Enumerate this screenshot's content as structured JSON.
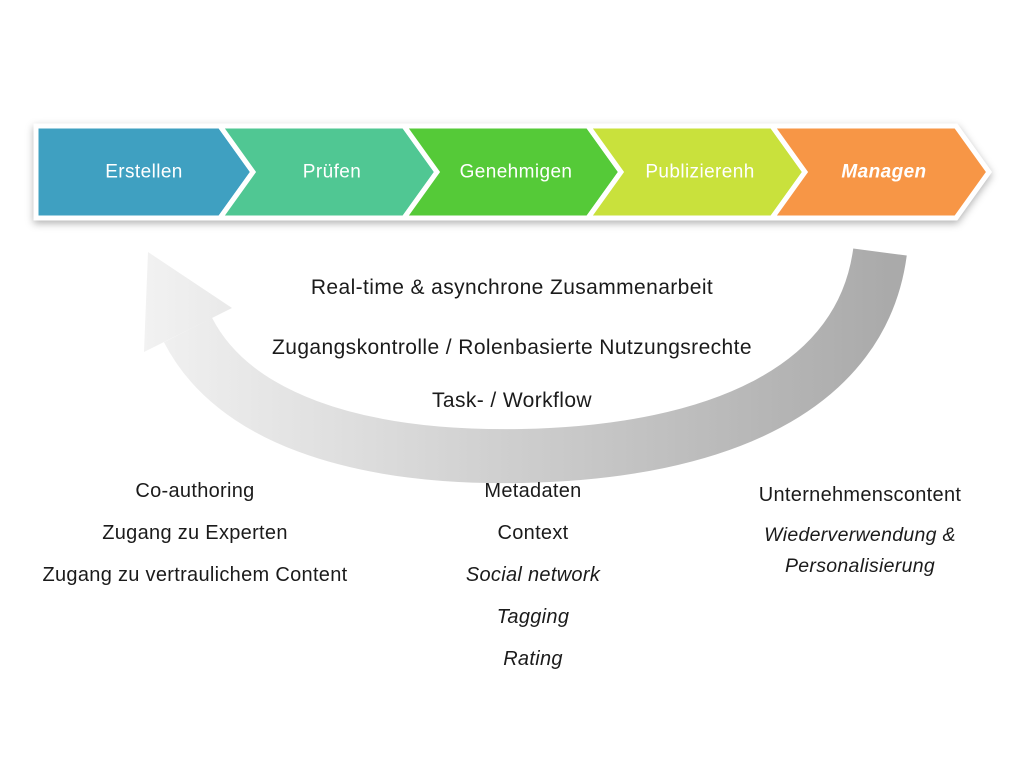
{
  "process": {
    "steps": [
      {
        "label": "Erstellen",
        "color": "#3FA0C1"
      },
      {
        "label": "Prüfen",
        "color": "#50C793"
      },
      {
        "label": "Genehmigen",
        "color": "#55CA38"
      },
      {
        "label": "Publizierenh",
        "color": "#C9E13C"
      },
      {
        "label": "Managen",
        "color": "#F79646"
      }
    ]
  },
  "notes": {
    "items": [
      "Real-time & asynchrone Zusammenarbeit",
      "Zugangskontrolle / Rolenbasierte Nutzungsrechte",
      "Task- / Workflow"
    ]
  },
  "columns": {
    "left": {
      "items": [
        "Co-authoring",
        "Zugang zu Experten",
        "Zugang zu vertraulichem Content"
      ]
    },
    "middle": {
      "items": [
        "Metadaten",
        "Context",
        "Social network",
        "Tagging",
        "Rating"
      ]
    },
    "right": {
      "title": "Unternehmenscontent",
      "subtitle": "Wiederverwendung & Personalisierung"
    }
  },
  "arrow": {
    "color_light": "#f3f3f3",
    "color_dark": "#aaaaaa"
  }
}
